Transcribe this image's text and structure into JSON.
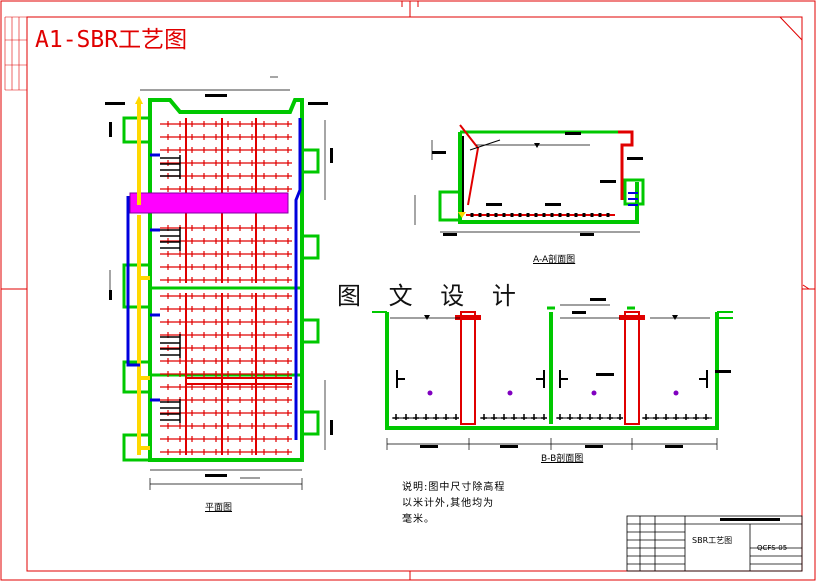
{
  "drawing": {
    "title": "A1-SBR工艺图",
    "watermark": "图 文 设 计",
    "view_labels": {
      "plan": "平面图",
      "section_aa": "A-A剖面图",
      "section_bb": "B-B剖面图"
    },
    "note_lines": [
      "说明:图中尺寸除高程",
      "以米计外,其他均为",
      "毫米。"
    ],
    "title_block": {
      "name": "SBR工艺图",
      "code": "QCFS-05"
    },
    "colors": {
      "border": "#e00000",
      "wall": "#00c800",
      "aeration": "#e00000",
      "blue_pipe": "#0000dd",
      "yellow_pipe": "#ffd800",
      "magenta_duct": "#ff00ff"
    }
  }
}
